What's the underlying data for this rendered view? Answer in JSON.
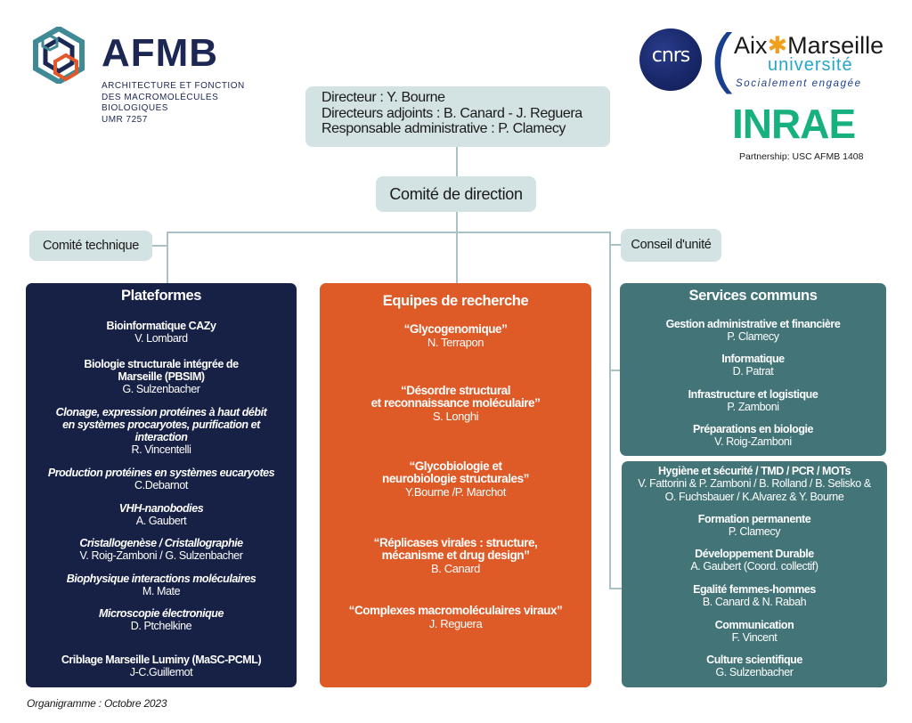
{
  "logos": {
    "afmb": {
      "name": "AFMB",
      "subtitle_lines": [
        "ARCHITECTURE ET FONCTION",
        "DES MACROMOLÉCULES",
        "BIOLOGIQUES",
        "UMR 7257"
      ],
      "colors": {
        "navy": "#1c2754",
        "teal": "#3f8a95",
        "orange": "#e2582a"
      }
    },
    "cnrs": {
      "text": "cnrs",
      "color": "#18286a"
    },
    "amu": {
      "title_left": "Aix",
      "title_right": "Marseille",
      "univ": "université",
      "slogan": "Socialement engagée",
      "star_color": "#f0a01c"
    },
    "inrae": {
      "text": "INRAE",
      "partnership": "Partnership: USC AFMB 1408",
      "color": "#17b07f"
    }
  },
  "direction": {
    "lines": [
      "Directeur : Y. Bourne",
      "Directeurs adjoints : B. Canard - J. Reguera",
      "Responsable administrative : P. Clamecy"
    ]
  },
  "comite_direction": "Comité de direction",
  "comite_technique": "Comité technique",
  "conseil_unite": "Conseil d'unité",
  "plateformes": {
    "title": "Plateformes",
    "color": "#172145",
    "items": [
      {
        "name_lines": [
          "Bioinformatique CAZy"
        ],
        "person": "V. Lombard",
        "italic": false
      },
      {
        "name_lines": [
          "Biologie structurale intégrée de",
          "Marseille (PBSIM)"
        ],
        "person": "G. Sulzenbacher",
        "italic": false
      },
      {
        "name_lines": [
          "Clonage, expression protéines à haut débit",
          "en systèmes procaryotes, purification et",
          "interaction"
        ],
        "person": "R. Vincentelli",
        "italic": true
      },
      {
        "name_lines": [
          "Production protéines en systèmes eucaryotes"
        ],
        "person": "C.Debarnot",
        "italic": true
      },
      {
        "name_lines": [
          "VHH-nanobodies"
        ],
        "person": "A. Gaubert",
        "italic": true
      },
      {
        "name_lines": [
          "Cristallogenèse / Cristallographie"
        ],
        "person": "V. Roig-Zamboni / G. Sulzenbacher",
        "italic": true
      },
      {
        "name_lines": [
          "Biophysique interactions moléculaires"
        ],
        "person": "M. Mate",
        "italic": true
      },
      {
        "name_lines": [
          "Microscopie électronique"
        ],
        "person": "D. Ptchelkine",
        "italic": true
      },
      {
        "name_lines": [
          "Criblage Marseille Luminy (MaSC-PCML)"
        ],
        "person": "J-C.Guillemot",
        "italic": false
      }
    ]
  },
  "equipes": {
    "title": "Equipes de recherche",
    "color": "#de5a27",
    "items": [
      {
        "name_lines": [
          "“Glycogenomique”"
        ],
        "person": "N. Terrapon"
      },
      {
        "name_lines": [
          "“Désordre structural",
          "et reconnaissance moléculaire”"
        ],
        "person": "S. Longhi"
      },
      {
        "name_lines": [
          "“Glycobiologie et",
          "neurobiologie structurales”"
        ],
        "person": "Y.Bourne /P. Marchot"
      },
      {
        "name_lines": [
          "“Réplicases virales : structure,",
          "mécanisme et drug design”"
        ],
        "person": "B. Canard"
      },
      {
        "name_lines": [
          "“Complexes macromoléculaires viraux”"
        ],
        "person": "J. Reguera"
      }
    ]
  },
  "services": {
    "title": "Services communs",
    "color": "#427478",
    "items": [
      {
        "name": "Gestion administrative et financière",
        "person": "P. Clamecy"
      },
      {
        "name": "Informatique",
        "person": "D. Patrat"
      },
      {
        "name": "Infrastructure et logistique",
        "person": "P. Zamboni"
      },
      {
        "name": "Préparations en biologie",
        "person": "V. Roig-Zamboni"
      }
    ]
  },
  "services2": {
    "items": [
      {
        "name": "Hygiène et sécurité / TMD / PCR / MOTs",
        "person_lines": [
          "V. Fattorini & P. Zamboni / B. Rolland / B. Selisko &",
          "O. Fuchsbauer / K.Alvarez & Y. Bourne"
        ]
      },
      {
        "name": "Formation permanente",
        "person_lines": [
          "P. Clamecy"
        ]
      },
      {
        "name": "Développement Durable",
        "person_lines": [
          "A. Gaubert (Coord. collectif)"
        ]
      },
      {
        "name": "Egalité femmes-hommes",
        "person_lines": [
          "B. Canard & N. Rabah"
        ]
      },
      {
        "name": "Communication",
        "person_lines": [
          "F. Vincent"
        ]
      },
      {
        "name": "Culture scientifique",
        "person_lines": [
          "G. Sulzenbacher"
        ]
      }
    ]
  },
  "footnote": "Organigramme : Octobre 2023"
}
